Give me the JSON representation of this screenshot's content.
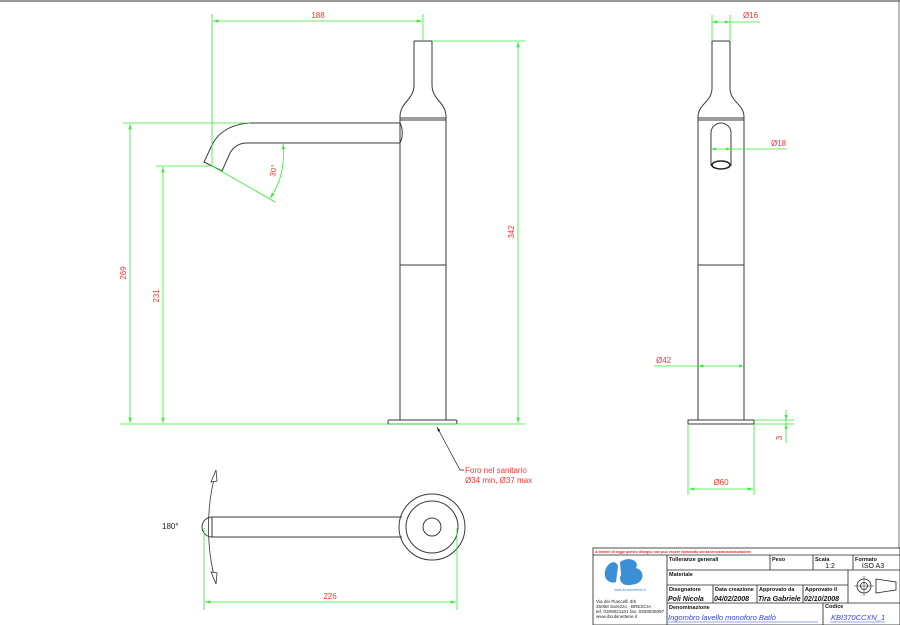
{
  "drawing": {
    "colors": {
      "outline": "#3a3a3a",
      "dimension_line": "#33ee33",
      "dimension_text": "#ff3333",
      "logo": "#3a8fd6"
    },
    "front_view": {
      "dim_spout_reach": "188",
      "dim_total_height": "342",
      "dim_spout_top_height": "269",
      "dim_spout_outlet_height": "231",
      "dim_spout_angle": "30°",
      "note_line1": "Foro nel sanitario",
      "note_line2": "Ø34 min, Ø37 max"
    },
    "side_view": {
      "dim_top_diameter": "Ø16",
      "dim_outlet_diameter": "Ø18",
      "dim_body_diameter": "Ø42",
      "dim_base_diameter": "Ø60",
      "dim_base_thickness": "3"
    },
    "top_view": {
      "rotation_label": "180°",
      "dim_overall_length": "226"
    }
  },
  "title_block": {
    "warning": "A termini di legge questo disegno non può essere riprodotto senza la nostra autorizzazione",
    "logo_url_text": "www.ibrubinetterie.it",
    "address": [
      "Via dei Piancelli 3/5",
      "25068 Sarezzo - BRESCIA",
      "tel. 0308021101 fax. 0308030097",
      "www.ibrubinetterie.it"
    ],
    "tolleranze_label": "Tolleranze generali",
    "peso_label": "Peso",
    "scala_label": "Scala",
    "scala_value": "1:2",
    "formato_label": "Formato",
    "formato_value": "ISO A3",
    "materiale_label": "Materiale",
    "disegnatore_label": "Disegnatore",
    "disegnatore_value": "Poli Nicola",
    "data_creazione_label": "Data creazione",
    "data_creazione_value": "04/02/2008",
    "approvato_da_label": "Approvato da",
    "approvato_da_value": "Tira Gabriele",
    "approvato_il_label": "Approvato il",
    "approvato_il_value": "02/10/2008",
    "denominazione_label": "Denominazione",
    "denominazione_value": "Ingombro lavello monoforo Batlò",
    "codice_label": "Codice",
    "codice_value": "KBI370CCXN_1"
  }
}
